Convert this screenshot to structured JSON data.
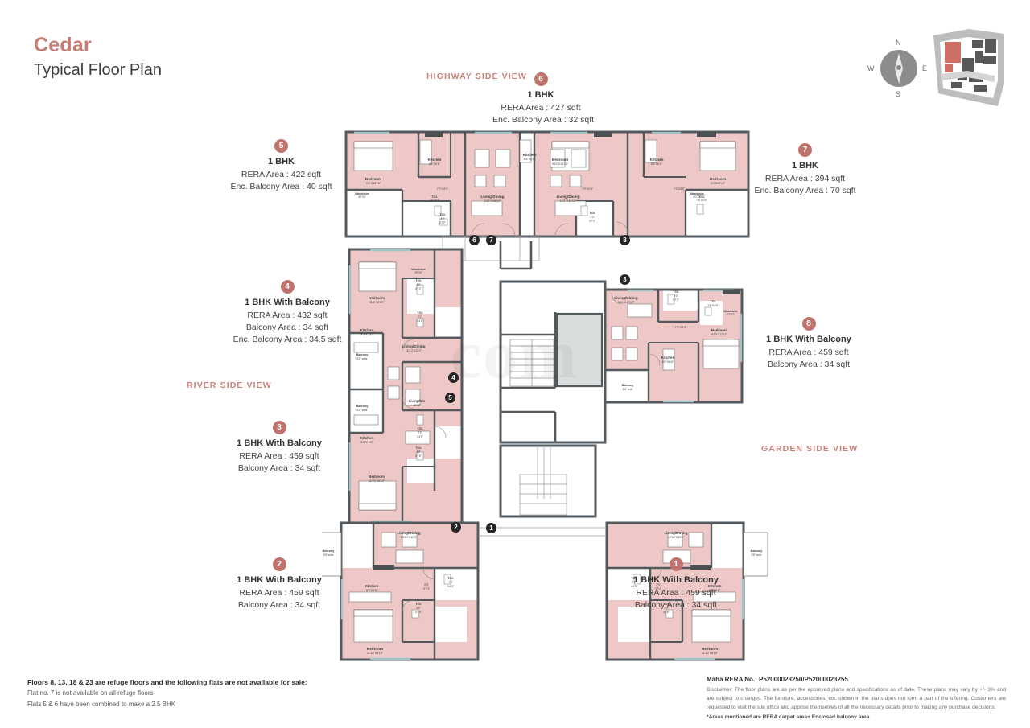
{
  "header": {
    "project_name": "Cedar",
    "plan_title": "Typical Floor Plan",
    "accent_color": "#c97c72"
  },
  "compass": {
    "north": "N",
    "south": "S",
    "east": "E",
    "west": "W"
  },
  "side_views": [
    {
      "id": "highway",
      "label": "HIGHWAY SIDE VIEW"
    },
    {
      "id": "river",
      "label": "RIVER SIDE VIEW"
    },
    {
      "id": "garden",
      "label": "GARDEN SIDE VIEW"
    }
  ],
  "units": [
    {
      "number": "1",
      "type": "1 BHK With Balcony",
      "lines": [
        "RERA Area : 459 sqft",
        "Balcony Area : 34 sqft"
      ]
    },
    {
      "number": "2",
      "type": "1 BHK With Balcony",
      "lines": [
        "RERA Area : 459 sqft",
        "Balcony Area : 34 sqft"
      ]
    },
    {
      "number": "3",
      "type": "1 BHK With Balcony",
      "lines": [
        "RERA Area : 459 sqft",
        "Balcony Area : 34 sqft"
      ]
    },
    {
      "number": "4",
      "type": "1 BHK With Balcony",
      "lines": [
        "RERA Area : 432 sqft",
        "Balcony Area : 34 sqft",
        "Enc. Balcony Area : 34.5 sqft"
      ]
    },
    {
      "number": "5",
      "type": "1 BHK",
      "lines": [
        "RERA Area : 422 sqft",
        "Enc. Balcony Area : 40 sqft"
      ]
    },
    {
      "number": "6",
      "type": "1 BHK",
      "lines": [
        "RERA Area : 427 sqft",
        "Enc. Balcony Area : 32 sqft"
      ]
    },
    {
      "number": "7",
      "type": "1 BHK",
      "lines": [
        "RERA Area : 394 sqft",
        "Enc. Balcony Area : 70 sqft"
      ]
    },
    {
      "number": "8",
      "type": "1 BHK With Balcony",
      "lines": [
        "RERA Area : 459 sqft",
        "Balcony Area : 34 sqft"
      ]
    }
  ],
  "plan_markers": [
    "1",
    "2",
    "4",
    "5",
    "6",
    "7",
    "8",
    "3"
  ],
  "room_labels": {
    "bedroom": "Bedroom",
    "kitchen": "Kitchen",
    "living_dining": "Living/Dining",
    "toilet": "TOI.",
    "wardrobe": "Wardrobe",
    "balcony": "Balcony",
    "balcony_dim": "5'8\" wide",
    "bedroom_dim": "9'6\"X10'10\"",
    "bedroom_dim_alt": "11'6\"X8'10\"",
    "bedroom_dim_alt2": "9'10\"X11'10\"",
    "kitchen_dim": "8'5\"X 6'6\"",
    "living_dim": "10'1\"X16'10\"",
    "living_dim_alt": "10'10\"X10'0\"",
    "toilet_dim": "7'2\"X4'5\"",
    "toilet_dim_alt": "4'0\"X7'2\"",
    "toilet_dim_alt2": "7'2\"X 3'4.5\"",
    "wardrobe_dim": "4'0\"X2'",
    "overall_dim": "7'3\"X3'0\""
  },
  "watermark": {
    "text": "com"
  },
  "footer_left": {
    "heading": "Floors 8, 13, 18 & 23 are refuge floors and the following flats are not available for sale:",
    "lines": [
      "Flat no. 7 is not available on all refuge floors",
      "Flats 5 & 6 have been combined to make a 2.5 BHK"
    ]
  },
  "footer_right": {
    "rera_heading": "Maha RERA No.: P52000023250/P52000023255",
    "disclaimer": "Disclaimer: The floor plans are as per the approved plans and specifications as of date. These plans may vary by +/- 3% and are subject to changes. The furniture, accessories, etc. shown in the  plans does not form a part of the offering. Customers are requested to visit the site office and apprise themselves of all the necessary details prior to making any purchase decisions.",
    "note": "*Areas mentioned are RERA carpet area+ Enclosed balcony area"
  }
}
